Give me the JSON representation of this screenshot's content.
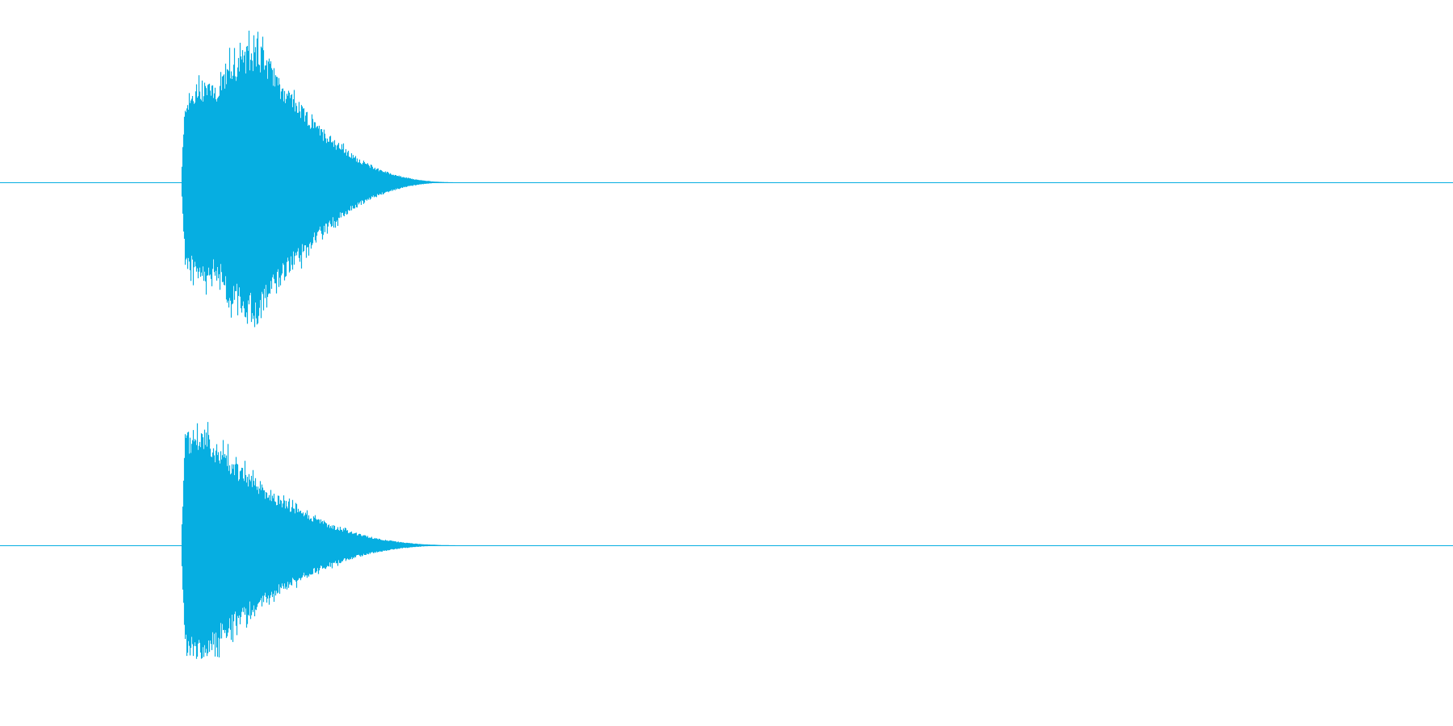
{
  "waveform": {
    "color": "#06aee1",
    "background": "#ffffff",
    "channels": [
      {
        "name": "left",
        "onset_fraction": 0.125,
        "end_fraction": 0.318,
        "attack_peak_fraction": 0.052,
        "peak_amplitude": 0.9,
        "initial_amplitude": 0.52,
        "dip_fraction": 0.024
      },
      {
        "name": "right",
        "onset_fraction": 0.125,
        "end_fraction": 0.322,
        "attack_peak_fraction": 0.015,
        "peak_amplitude": 0.73,
        "initial_amplitude": 0.7,
        "dip_fraction": 0.028
      }
    ]
  }
}
